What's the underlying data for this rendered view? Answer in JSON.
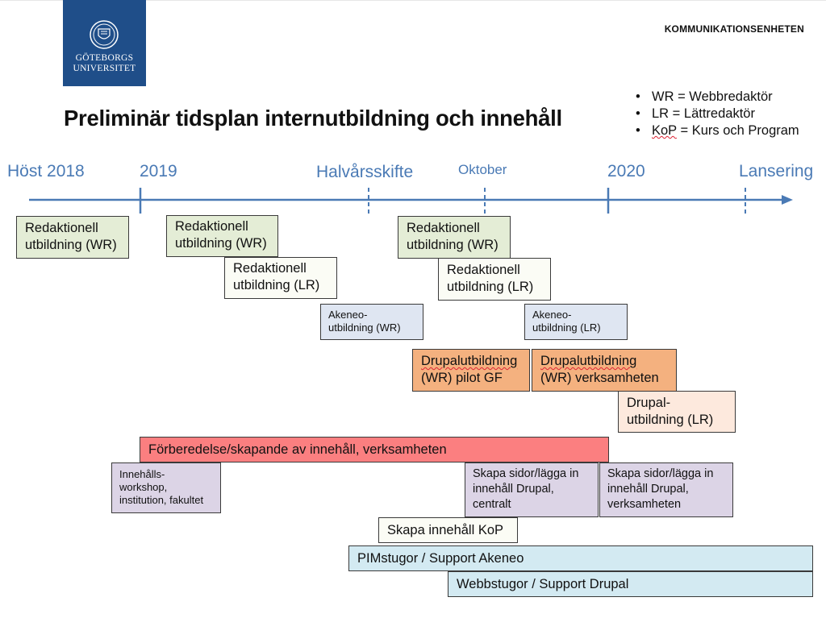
{
  "header": {
    "logo_line1": "GÖTEBORGS",
    "logo_line2": "UNIVERSITET",
    "department": "KOMMUNIKATIONSENHETEN",
    "title": "Preliminär tidsplan internutbildning och innehåll"
  },
  "legend": [
    {
      "abbr": "WR",
      "text": " = Webbredaktör"
    },
    {
      "abbr": "LR",
      "text": " = Lättredaktör"
    },
    {
      "abbr": "KoP",
      "text": " = Kurs och Program"
    }
  ],
  "timeline": {
    "milestones": [
      "Höst 2018",
      "2019",
      "Halvårsskifte",
      "Oktober",
      "2020",
      "Lansering"
    ]
  },
  "boxes": {
    "redwr1": [
      "Redaktionell",
      "utbildning (WR)"
    ],
    "redwr2": [
      "Redaktionell",
      "utbildning (WR)"
    ],
    "redlr1": [
      "Redaktionell",
      "utbildning (LR)"
    ],
    "redwr3": [
      "Redaktionell",
      "utbildning (WR)"
    ],
    "redlr2": [
      "Redaktionell",
      "utbildning (LR)"
    ],
    "akwr": [
      "Akeneo-",
      "utbildning (WR)"
    ],
    "aklr": [
      "Akeneo-",
      "utbildning (LR)"
    ],
    "drpilot": [
      "Drupalutbildning",
      "(WR) pilot GF"
    ],
    "drverk": [
      "Drupalutbildning",
      "(WR) verksamheten"
    ],
    "drlr": [
      "Drupal-",
      "utbildning (LR)"
    ],
    "forb": "Förberedelse/skapande av innehåll, verksamheten",
    "workshop": [
      "Innehålls-",
      "workshop,",
      "institution, fakultet"
    ],
    "sidcent": [
      "Skapa sidor/lägga in",
      "innehåll Drupal,",
      "centralt"
    ],
    "sidverk": [
      "Skapa sidor/lägga in",
      "innehåll Drupal,",
      "verksamheten"
    ],
    "kop": "Skapa innehåll KoP",
    "pim": "PIMstugor / Support Akeneo",
    "webb": "Webbstugor / Support Drupal"
  },
  "colors": {
    "logo": "#1f4e89",
    "timeline": "#4a7ab5",
    "green": "#e4edd6",
    "orange": "#f4b17f",
    "peach": "#fde9dd",
    "red": "#fb7f80",
    "lavender": "#dcd4e6",
    "light_blue": "#dfe6f2",
    "cyan": "#d3eaf2"
  }
}
